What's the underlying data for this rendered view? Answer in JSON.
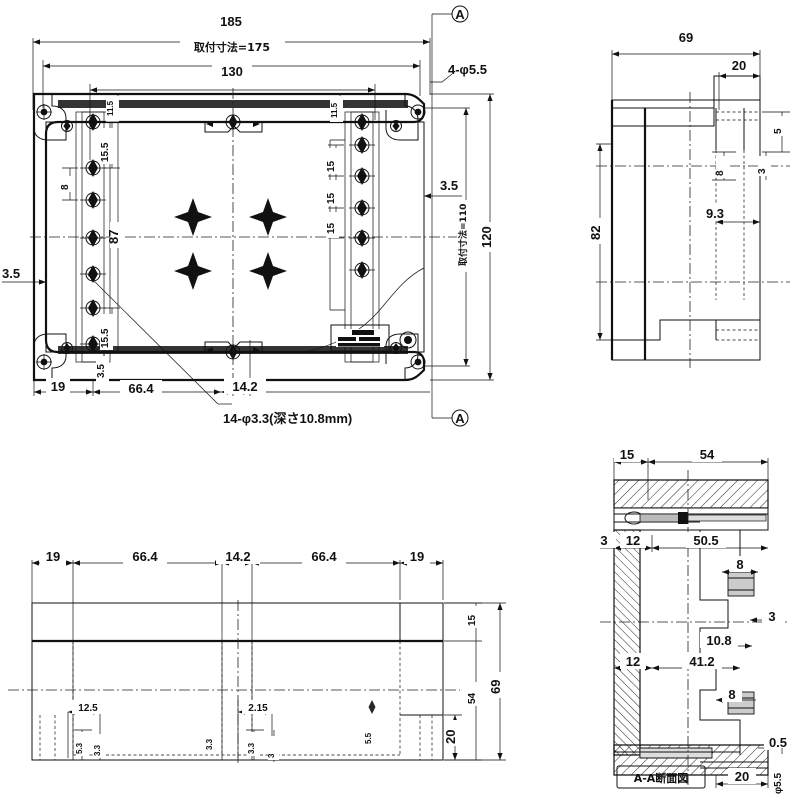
{
  "document": {
    "kind": "engineering-drawing",
    "language": "ja",
    "background_color": "#ffffff",
    "line_color": "#111111"
  },
  "views": {
    "top": {
      "name": "top-plan-view",
      "dimensions": {
        "overall_width": "185",
        "mounting_width": "取付寸法=175",
        "inner_width": "130",
        "overall_height": "120",
        "mounting_height": "取付寸法=110",
        "inner_height": "87",
        "edge_left": "19",
        "pitch_a": "66.4",
        "pitch_b": "14.2",
        "offset_left": "3.5",
        "offset_right": "3.5",
        "offset_bottom": "3.5",
        "row_pitch": "8",
        "edge_top_left": "11.5",
        "edge_top_left_2": "15.5",
        "edge_bottom_left": "15.5",
        "edge_top_right": "11.5",
        "step_right_1": "15",
        "step_right_2": "15",
        "step_right_3": "15"
      },
      "callouts": {
        "corner_holes": "4-φ5.5",
        "tapped_holes": "14-φ3.3(深さ10.8mm)"
      },
      "section_marks": {
        "top": "A",
        "bottom": "A"
      }
    },
    "side_right_top": {
      "name": "right-side-view",
      "dimensions": {
        "width": "69",
        "step": "20",
        "height": "82",
        "small_5": "5",
        "small_8": "8",
        "small_3": "3",
        "bore": "9.3"
      }
    },
    "front_bottom": {
      "name": "front-elevation-view",
      "dimensions": {
        "edge_left": "19",
        "pitch_a": "66.4",
        "pitch_b": "14.2",
        "pitch_c": "66.4",
        "edge_right": "19",
        "height_15": "15",
        "height_69": "69",
        "height_54": "54",
        "height_20": "20",
        "detail_12_5": "12.5",
        "detail_2_15": "2.15",
        "detail_3_3": "3.3",
        "detail_5_3": "5.3",
        "detail_3_3b": "3.3",
        "detail_3_3c": "3.3",
        "detail_5_5": "5.5",
        "detail_3": "3"
      }
    },
    "section_aa": {
      "name": "section-a-a-view",
      "title": "A-A断面図",
      "dimensions": {
        "d_15": "15",
        "d_54": "54",
        "d_3": "3",
        "d_12": "12",
        "d_50_5": "50.5",
        "d_8_top": "8",
        "d_3_right": "3",
        "d_10_8": "10.8",
        "d_12b": "12",
        "d_41_2": "41.2",
        "d_8_bottom": "8",
        "d_0_5": "0.5",
        "d_20": "20",
        "d_phi_5_5": "φ5.5"
      }
    }
  }
}
